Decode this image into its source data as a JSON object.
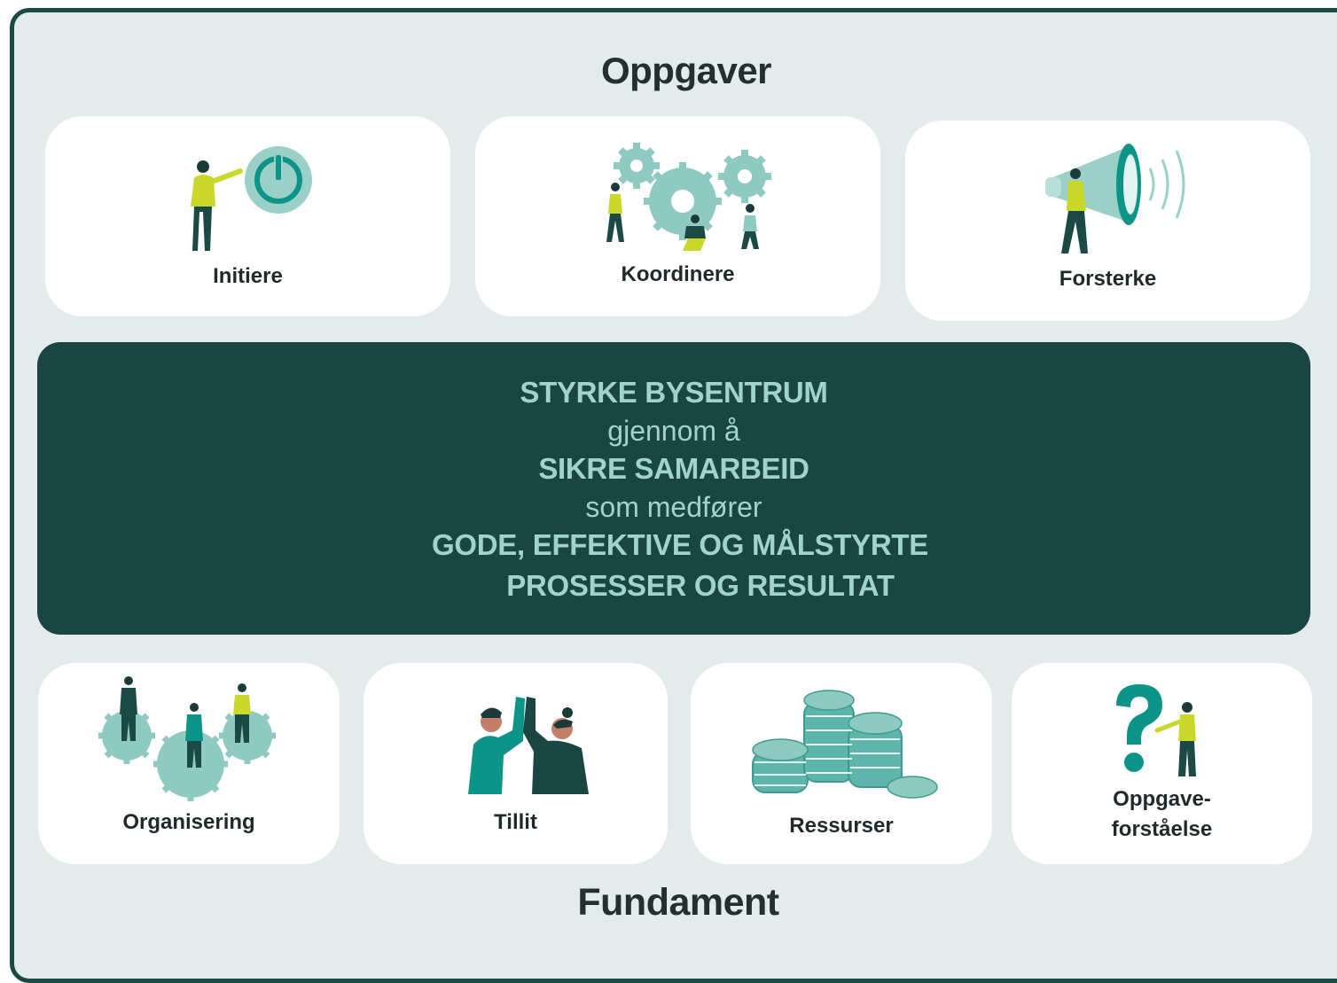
{
  "top_heading": "Oppgaver",
  "bottom_heading": "Fundament",
  "tasks": [
    {
      "label": "Initiere",
      "icon": "power-button-icon"
    },
    {
      "label": "Koordinere",
      "icon": "gears-team-icon"
    },
    {
      "label": "Forsterke",
      "icon": "megaphone-icon"
    }
  ],
  "center": {
    "line1": "STYRKE BYSENTRUM",
    "line2": "gjennom å",
    "line3": "SIKRE SAMARBEID",
    "line4": "som medfører",
    "line5": "GODE, EFFEKTIVE OG MÅLSTYRTE",
    "line6": "PROSESSER OG RESULTAT"
  },
  "foundations": [
    {
      "label": "Organisering",
      "icon": "people-on-gears-icon"
    },
    {
      "label": "Tillit",
      "icon": "high-five-icon"
    },
    {
      "label": "Ressurser",
      "icon": "coin-stacks-icon"
    },
    {
      "label_line1": "Oppgave-",
      "label_line2": "forståelse",
      "icon": "question-mark-icon"
    }
  ],
  "colors": {
    "frame_border": "#1b4a46",
    "background": "#e3ecea",
    "center_panel": "#1b4543",
    "center_text": "#9fd3cb",
    "accent_teal": "#0d9488",
    "light_teal": "#8fcac2",
    "lime": "#c9d82b",
    "dark_green": "#1b4a46"
  }
}
